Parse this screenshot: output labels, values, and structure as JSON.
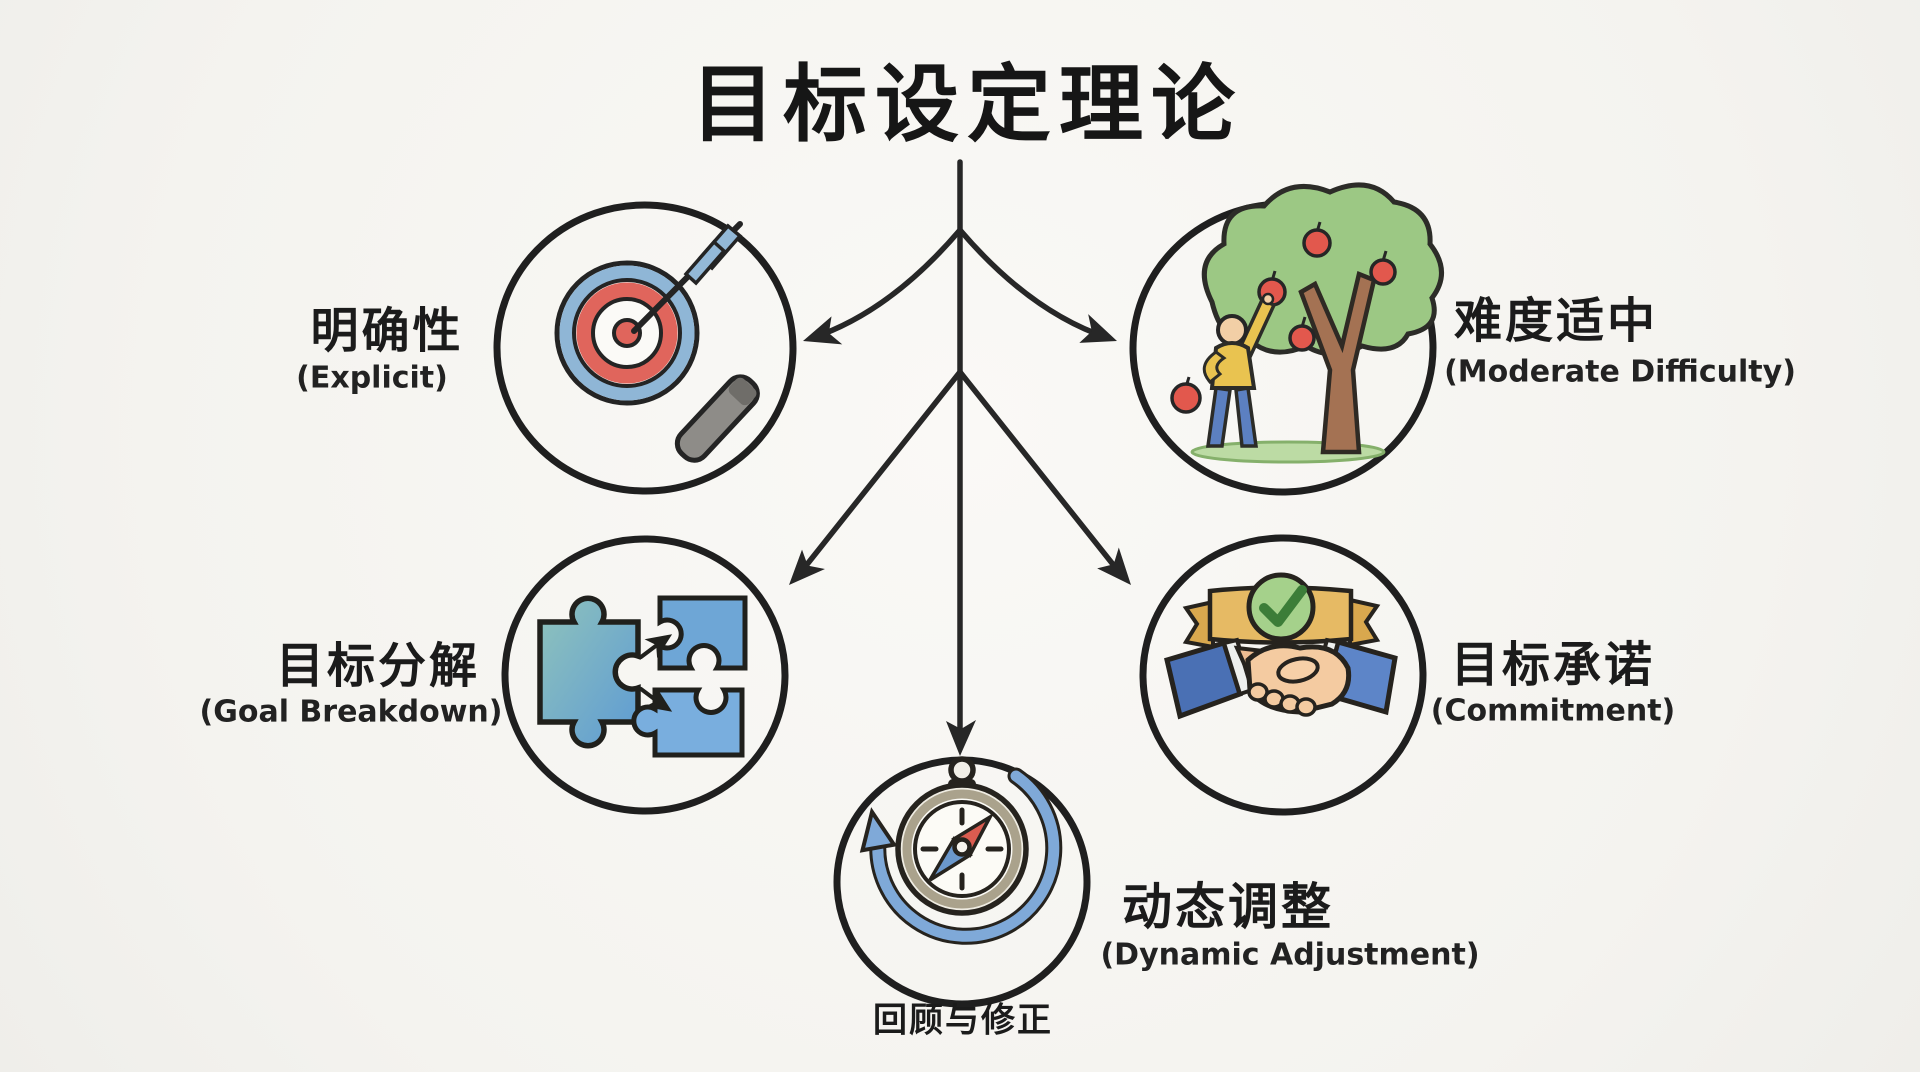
{
  "title": "目标设定理论",
  "nodes": [
    {
      "zh": "明确性",
      "en": "(Explicit)",
      "icon": "target-magnifier-icon",
      "position": "top-left"
    },
    {
      "zh": "难度适中",
      "en": "(Moderate Difficulty)",
      "icon": "apple-tree-person-icon",
      "position": "top-right"
    },
    {
      "zh": "目标分解",
      "en": "(Goal Breakdown)",
      "icon": "puzzle-pieces-icon",
      "position": "bottom-left"
    },
    {
      "zh": "目标承诺",
      "en": "(Commitment)",
      "icon": "handshake-ribbon-icon",
      "position": "bottom-right"
    },
    {
      "zh": "动态调整",
      "en": "(Dynamic Adjustment)",
      "icon": "compass-loop-icon",
      "position": "bottom-center",
      "caption": "回顾与修正"
    }
  ],
  "colors": {
    "paper": "#f6f5f2",
    "ink": "#262626",
    "target_blue": "#8fb6d6",
    "target_red": "#e0655c",
    "handle_gray": "#8e8c88",
    "tree_green": "#9cc884",
    "trunk_brown": "#a47253",
    "apple_red": "#e2584d",
    "grass_green": "#bcdba4",
    "shirt_yellow": "#e9c350",
    "pants_blue": "#5c80c1",
    "skin": "#f2cfa6",
    "puzzle_blue": "#6ea6d6",
    "puzzle_teal": "#8fc3bb",
    "banner_gold": "#e6ba64",
    "banner_fold_gold": "#d9a84e",
    "check_green": "#a5d18b",
    "check_stroke": "#3c7d38",
    "sleeve_blue_left": "#4a70b4",
    "sleeve_blue_right": "#5d85c8",
    "hand_skin": "#f4cba1",
    "compass_case": "#efece2",
    "compass_metal": "#aaa28c",
    "needle_red": "#da5c50",
    "needle_blue": "#6b98cc",
    "loop_blue": "#7fa9d8"
  }
}
